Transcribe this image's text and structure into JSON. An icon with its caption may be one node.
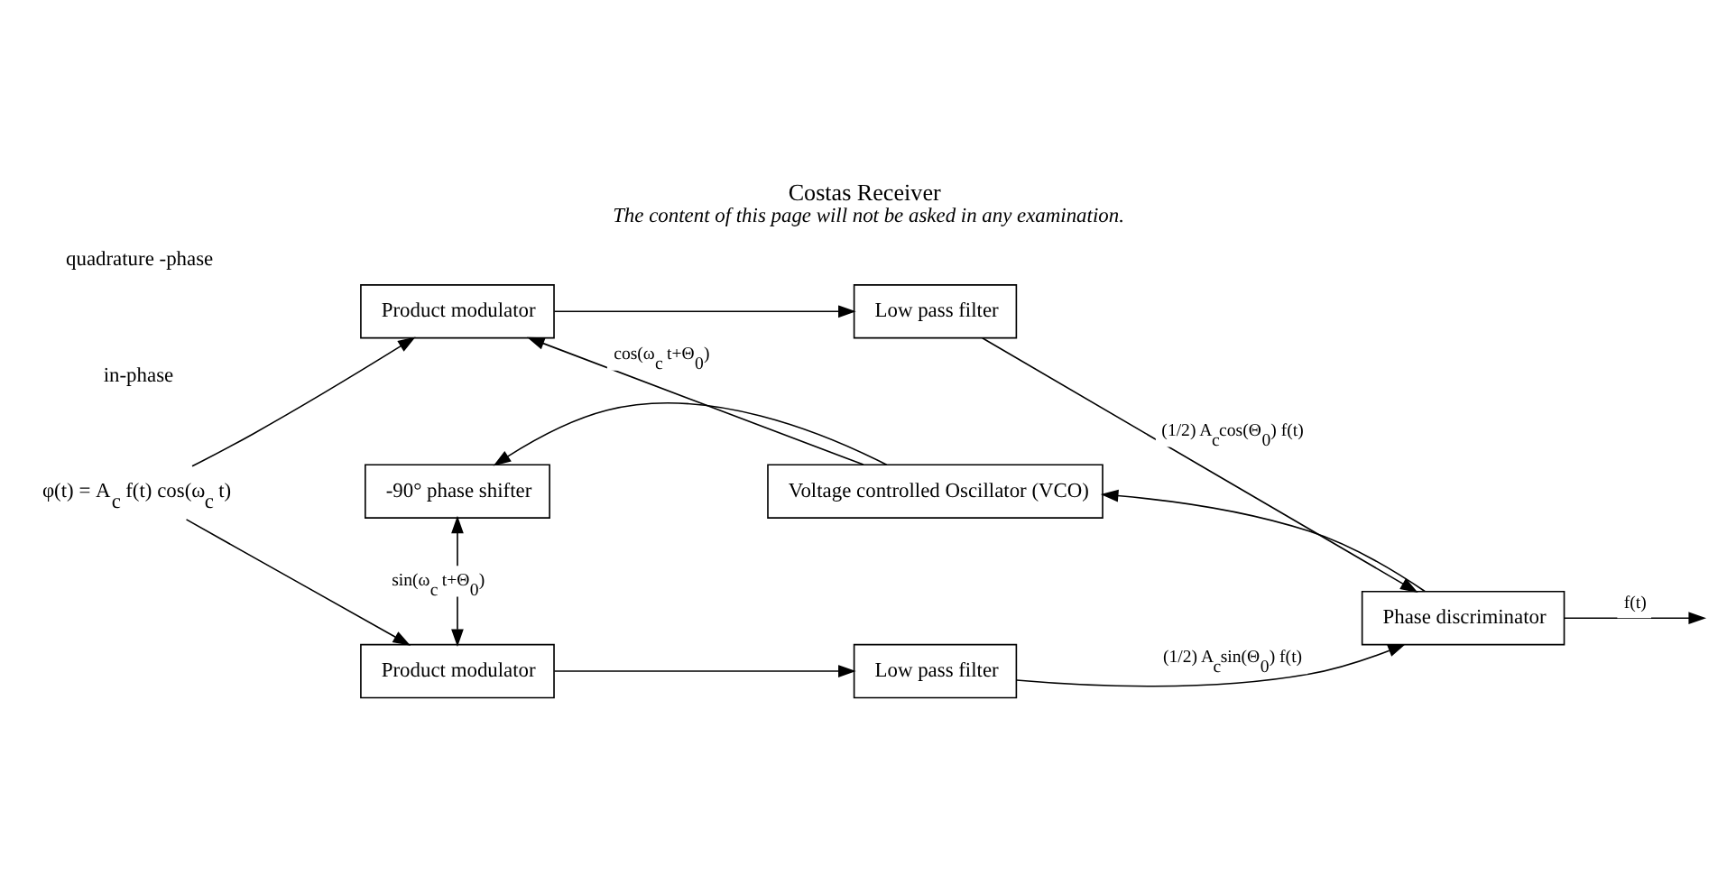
{
  "diagram": {
    "title": "Costas Receiver",
    "caption": "The content of this page will not be asked in any examination.",
    "nodes": [
      {
        "text": [
          "Product modulator"
        ]
      },
      {
        "text": [
          "Low pass filter"
        ]
      },
      {
        "text": [
          "-90° phase shifter"
        ]
      },
      {
        "text": [
          "Voltage controlled Oscillator (VCO)"
        ]
      },
      {
        "text": [
          "Phase discriminator"
        ]
      },
      {
        "text": [
          "φ(t) = A$_{c}$ f(t) cos(ω$_{c}$ t)"
        ]
      },
      {
        "text": [
          "Product modulator"
        ]
      },
      {
        "text": [
          "Low pass filter"
        ]
      }
    ],
    "edges": [
      {
        "from": 5,
        "to": 0,
        "arrow": "to"
      },
      {
        "from": 5,
        "to": 6,
        "arrow": "to"
      },
      {
        "from": 0,
        "to": 1,
        "arrow": "to"
      },
      {
        "from": 1,
        "to": 4,
        "arrow": "to",
        "label": "(1/2) A$_{c}$cos(Θ$_{0}$) f(t)"
      },
      {
        "from": 4,
        "to": 3,
        "arrow": "to"
      },
      {
        "from": 3,
        "to": 0,
        "arrow": "to",
        "label": "cos(ω$_{c}$ t+Θ$_{0}$)"
      },
      {
        "from": 3,
        "to": 2,
        "arrow": "to"
      },
      {
        "from": 2,
        "to": 6,
        "arrow": "both",
        "label": "sin(ω$_{c}$ t+Θ$_{0}$)"
      },
      {
        "from": 6,
        "to": 7,
        "arrow": "to"
      },
      {
        "from": 7,
        "to": 4,
        "arrow": "to",
        "label": "(1/2) A$_{c}$sin(Θ$_{0}$) f(t)"
      },
      {
        "from": 4,
        "to": null,
        "arrow": "to",
        "label": "f(t)"
      }
    ],
    "labels": [
      "in-phase",
      "quadrature -phase"
    ]
  }
}
